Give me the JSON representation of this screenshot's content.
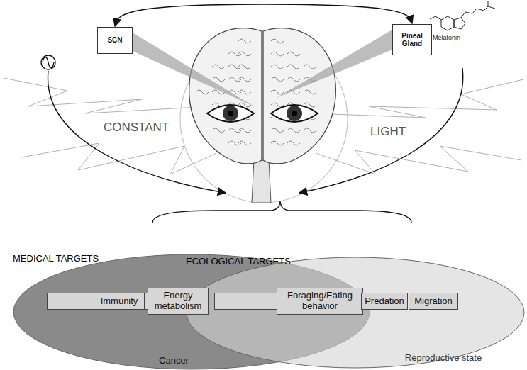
{
  "diagram": {
    "nodes": [
      {
        "text": [
          "SCN"
        ]
      },
      {
        "text": [
          "Pineal Gland"
        ]
      },
      {
        "text": [
          "MEDICAL TARGETS"
        ]
      },
      {
        "text": [
          "ECOLOGICAL TARGETS"
        ]
      },
      {
        "text": [
          "Cancer"
        ],
        "in": 2
      },
      {
        "text": [
          "Immunity"
        ],
        "in": 2
      },
      {
        "text": [
          "Energy metabolism"
        ],
        "in": 2
      },
      {
        "text": [
          "Reproductive state"
        ],
        "in": 3
      },
      {
        "text": [
          "Foraging/Eating behavior"
        ],
        "in": 3
      },
      {
        "text": [
          "Predation"
        ],
        "in": 3
      },
      {
        "text": [
          "Migration"
        ],
        "in": 3
      }
    ],
    "edges": [
      {
        "from": 0,
        "to": 1,
        "arrow": "both"
      }
    ],
    "labels": [
      "CONSTANT",
      "LIGHT",
      "Melatonin"
    ]
  }
}
